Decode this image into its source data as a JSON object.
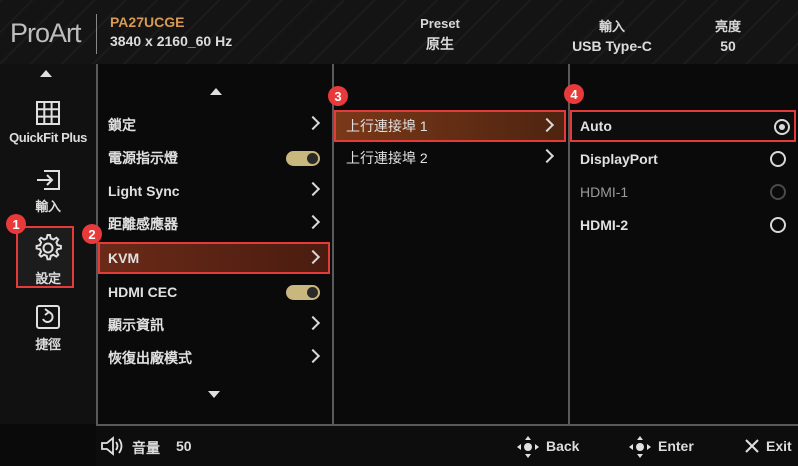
{
  "header": {
    "logo": "ProArt",
    "model": "PA27UCGE",
    "resolution": "3840 x 2160_60 Hz",
    "preset_label": "Preset",
    "preset_value": "原生",
    "input_label": "輸入",
    "input_value": "USB Type-C",
    "brightness_label": "亮度",
    "brightness_value": "50"
  },
  "sidebar": {
    "items": [
      {
        "label": "QuickFit Plus",
        "icon": "grid-icon"
      },
      {
        "label": "輸入",
        "icon": "input-icon"
      },
      {
        "label": "設定",
        "icon": "gear-icon"
      },
      {
        "label": "捷徑",
        "icon": "shortcut-icon"
      }
    ]
  },
  "menu1": {
    "items": [
      {
        "label": "鎖定",
        "type": "submenu"
      },
      {
        "label": "電源指示燈",
        "type": "toggle",
        "on": true
      },
      {
        "label": "Light Sync",
        "type": "submenu"
      },
      {
        "label": "距離感應器",
        "type": "submenu"
      },
      {
        "label": "KVM",
        "type": "submenu",
        "selected": true
      },
      {
        "label": "HDMI CEC",
        "type": "toggle",
        "on": true
      },
      {
        "label": "顯示資訊",
        "type": "submenu"
      },
      {
        "label": "恢復出廠模式",
        "type": "submenu"
      }
    ]
  },
  "menu2": {
    "items": [
      {
        "label": "上行連接埠 1",
        "selected": true
      },
      {
        "label": "上行連接埠 2"
      }
    ]
  },
  "menu3": {
    "items": [
      {
        "label": "Auto",
        "checked": true,
        "selected": true
      },
      {
        "label": "DisplayPort"
      },
      {
        "label": "HDMI-1",
        "disabled": true
      },
      {
        "label": "HDMI-2"
      }
    ]
  },
  "badges": [
    "1",
    "2",
    "3",
    "4"
  ],
  "footer": {
    "volume_label": "音量",
    "volume_value": "50",
    "back_label": "Back",
    "enter_label": "Enter",
    "exit_label": "Exit"
  },
  "colors": {
    "accent_gold": "#d89a52",
    "highlight_red": "#e53a3a",
    "toggle_on": "#c9b87e"
  }
}
